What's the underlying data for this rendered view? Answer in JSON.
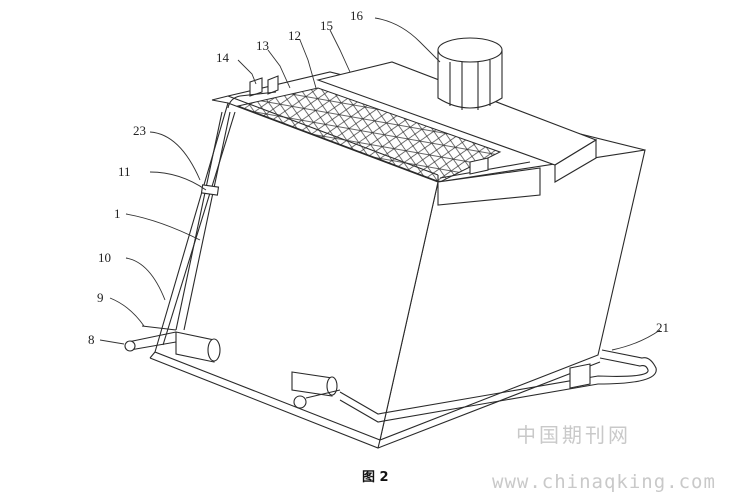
{
  "figure": {
    "caption": "图 2",
    "callouts": [
      "16",
      "15",
      "12",
      "13",
      "14",
      "23",
      "11",
      "1",
      "10",
      "9",
      "8",
      "21"
    ]
  },
  "watermark": {
    "chinese": "中国期刊网",
    "url": "www.chinaqking.com"
  }
}
